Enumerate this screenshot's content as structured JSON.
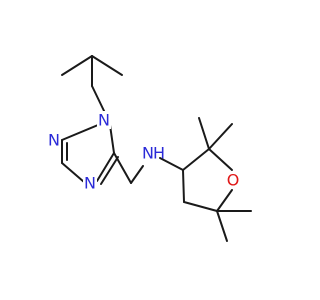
{
  "colors": {
    "bond": "#1a1a1a",
    "nitrogen": "#2a2ad8",
    "oxygen": "#e01818",
    "carbon_label": "#1a1a1a"
  },
  "atoms": {
    "n_ring_1": "N",
    "n_ring_2": "N",
    "n_ring_3": "N",
    "nh": "N",
    "nh_h": "H",
    "o_ring": "O"
  }
}
